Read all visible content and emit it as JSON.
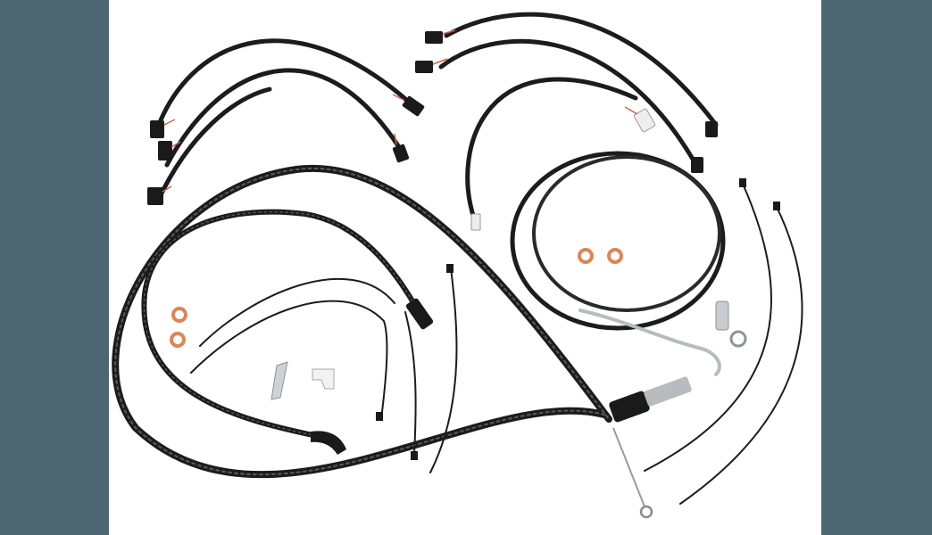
{
  "colors": {
    "letterbox": "#4d6672",
    "background": "#ffffff",
    "cable": "#1c1c1c",
    "copper": "#d8875a",
    "chrome": "#b9bcbf"
  },
  "objects": [
    "wiring-harness-upper-left",
    "wiring-harness-upper-right",
    "braided-clutch-cable",
    "braided-brake-line-left",
    "coiled-brake-line-right",
    "copper-crush-washers",
    "cable-zip-ties",
    "small-metal-bracket",
    "white-clip"
  ]
}
